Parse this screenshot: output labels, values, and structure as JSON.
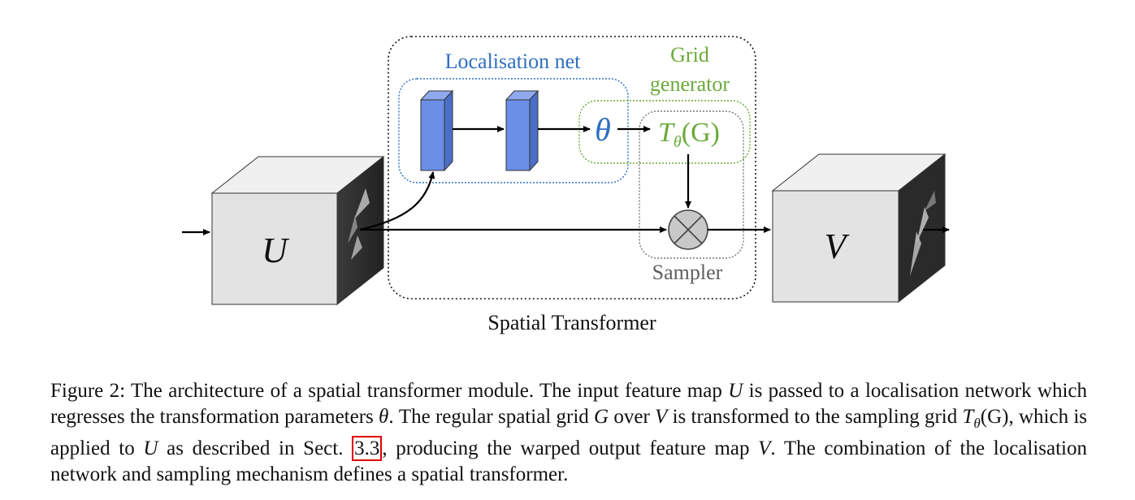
{
  "diagram": {
    "spatial_transformer_label": "Spatial Transformer",
    "localisation_label": "Localisation net",
    "grid_label_line1": "Grid",
    "grid_label_line2": "generator",
    "sampler_label": "Sampler",
    "theta_symbol": "θ",
    "transform_T": "T",
    "transform_sub": "θ",
    "transform_arg": "(G)",
    "input_symbol": "U",
    "output_symbol": "V",
    "colors": {
      "localisation": "#2e6fc0",
      "grid": "#6aaa3a",
      "sampler": "#606060",
      "layer_block": "#6b8fe6"
    }
  },
  "caption": {
    "label": "Figure 2:",
    "s1": " The architecture of a spatial transformer module. The input feature map ",
    "U": "U",
    "s2": " is passed to a localisation network which regresses the transformation parameters ",
    "theta": "θ",
    "s3": ". The regular spatial grid ",
    "G": "G",
    "s4": " over ",
    "V": "V",
    "s5": " is transformed to the sampling grid ",
    "T": "T",
    "Tsub": "θ",
    "Targ": "(G)",
    "s6": ", which is applied to ",
    "U2": "U",
    "s7": " as described in Sect. ",
    "ref": "3.3",
    "s8": ", producing the warped output feature map ",
    "V2": "V",
    "s9": ". The combination of the localisation network and sampling mechanism defines a spatial transformer."
  }
}
